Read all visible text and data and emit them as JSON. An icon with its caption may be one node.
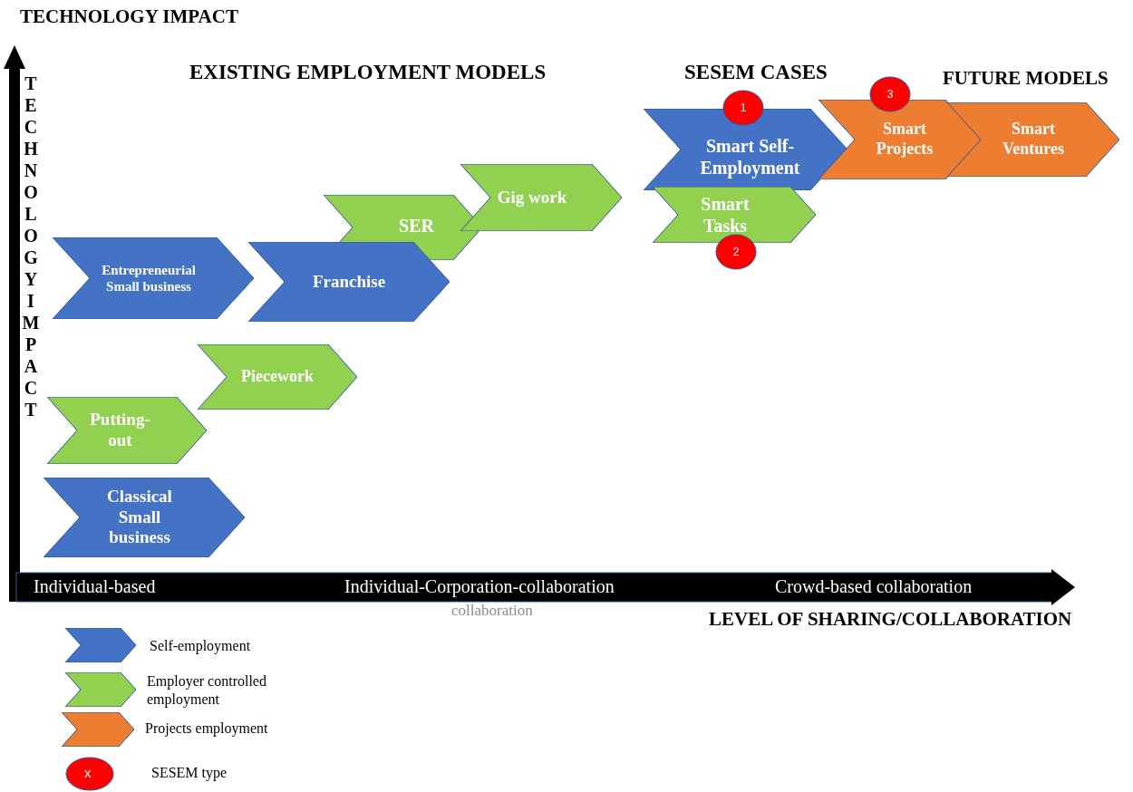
{
  "diagram": {
    "nodes": [
      {
        "text": [
          "Smart Self-Employment"
        ]
      },
      {
        "text": [
          "1"
        ]
      },
      {
        "text": [
          "Smart Tasks"
        ]
      },
      {
        "text": [
          "2"
        ]
      },
      {
        "text": [
          "Smart Projects"
        ]
      },
      {
        "text": [
          "3"
        ]
      },
      {
        "text": [
          "Smart Ventures"
        ]
      },
      {
        "text": [
          "Gig work"
        ]
      },
      {
        "text": [
          "SER"
        ]
      },
      {
        "text": [
          "Entrepreneurial Small business"
        ]
      },
      {
        "text": [
          "Franchise"
        ]
      },
      {
        "text": [
          "Piecework"
        ]
      },
      {
        "text": [
          "Putting-out"
        ]
      },
      {
        "text": [
          "Classical Small business"
        ]
      }
    ],
    "labels": [
      "TECHNOLOGY IMPACT",
      "EXISTING EMPLOYMENT MODELS",
      "SESEM CASES",
      "FUTURE MODELS",
      "TECHNOLOGY IMPACT",
      "Individual-based",
      "Individual-Corporation-collaboration",
      "Crowd-based collaboration",
      "collaboration",
      "LEVEL OF SHARING/COLLABORATION",
      "x"
    ],
    "legend": [
      {
        "text": "Self-employment",
        "color": "#4472c4"
      },
      {
        "text": "Employer controlled employment",
        "color": "#92d050"
      },
      {
        "text": "Projects employment",
        "color": "#ed7d31"
      },
      {
        "text": "SESEM type",
        "color": "#ff0000"
      }
    ]
  }
}
